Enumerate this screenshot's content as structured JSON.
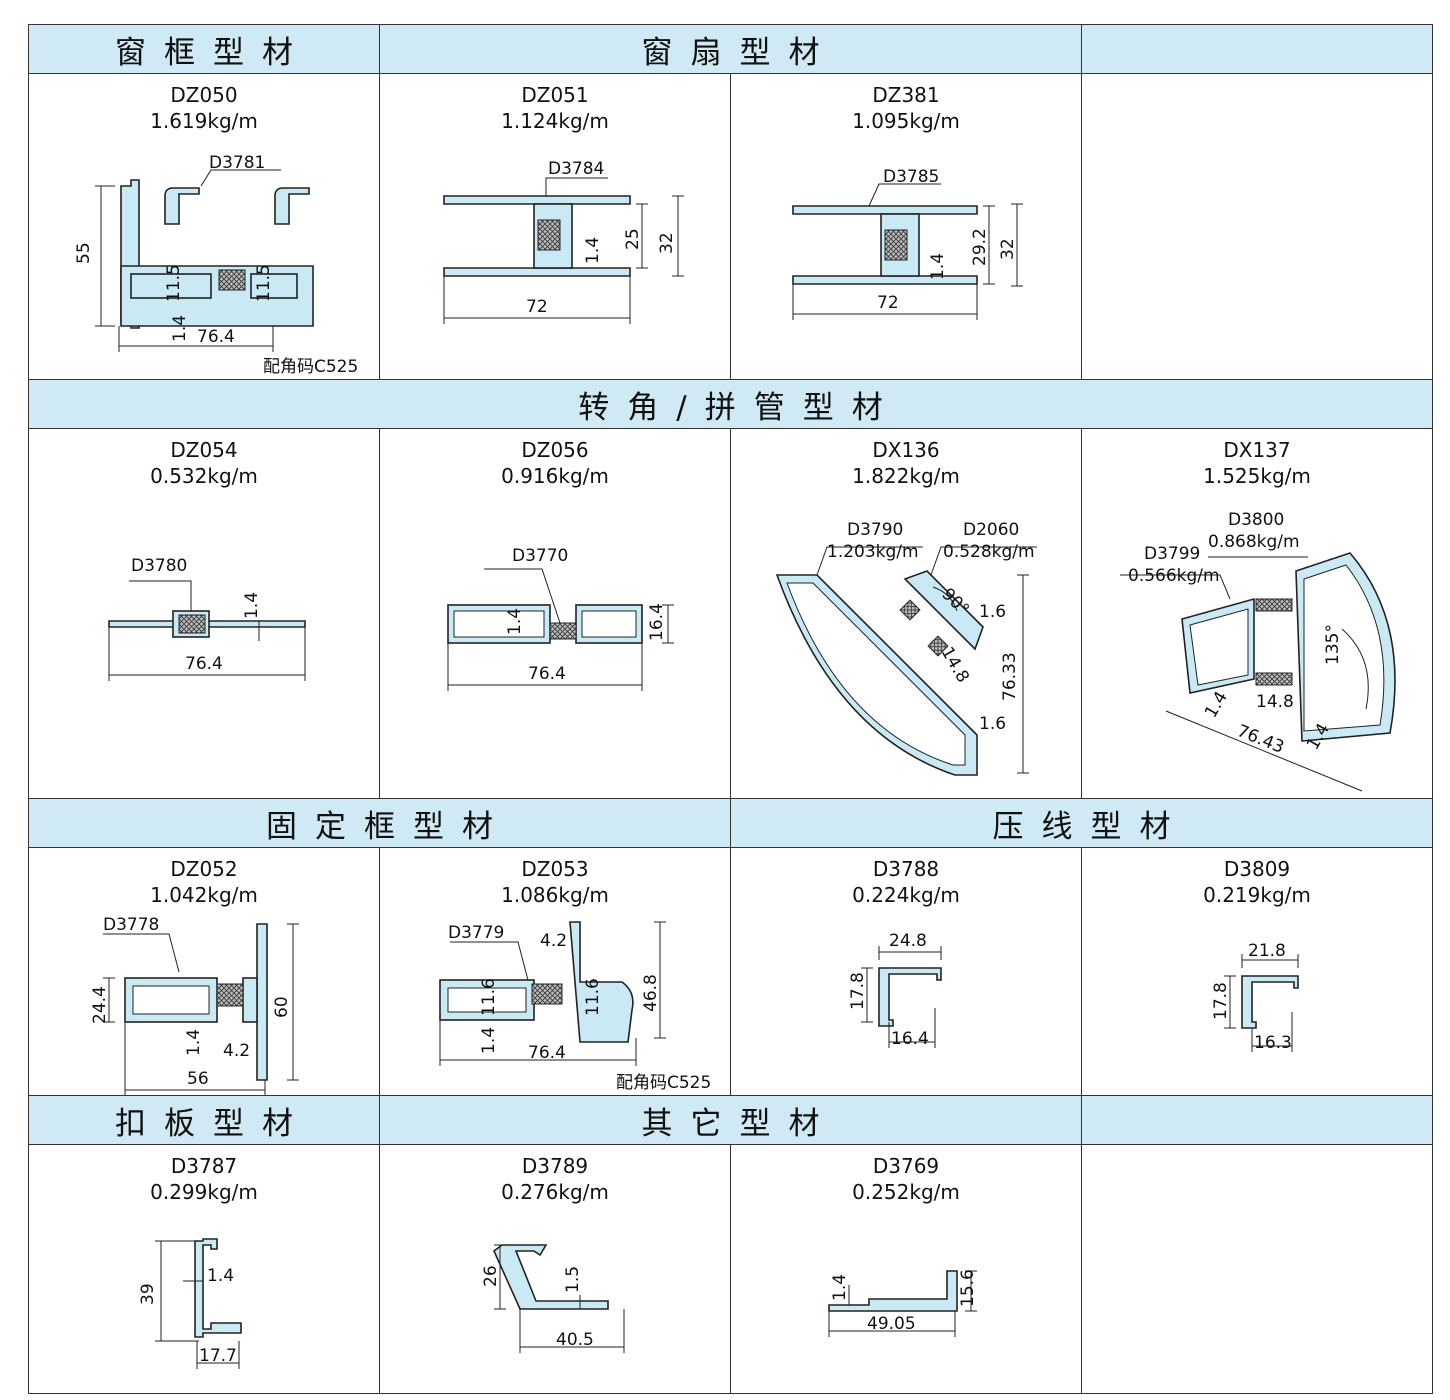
{
  "headers": {
    "row1_a": "窗框型材",
    "row1_b": "窗扇型材",
    "row2": "转角/拼管型材",
    "row3_a": "固定框型材",
    "row3_b": "压线型材",
    "row4_a": "扣板型材",
    "row4_b": "其它型材"
  },
  "profiles": {
    "dz050": {
      "code": "DZ050",
      "weight": "1.619kg/m",
      "part": "D3781",
      "dims": [
        "55",
        "11.5",
        "11.5",
        "1.4",
        "76.4"
      ],
      "note": "配角码C525"
    },
    "dz051": {
      "code": "DZ051",
      "weight": "1.124kg/m",
      "part": "D3784",
      "dims": [
        "25",
        "32",
        "1.4",
        "72"
      ]
    },
    "dz381": {
      "code": "DZ381",
      "weight": "1.095kg/m",
      "part": "D3785",
      "dims": [
        "29.2",
        "32",
        "1.4",
        "72"
      ]
    },
    "dz054": {
      "code": "DZ054",
      "weight": "0.532kg/m",
      "part": "D3780",
      "dims": [
        "1.4",
        "76.4"
      ]
    },
    "dz056": {
      "code": "DZ056",
      "weight": "0.916kg/m",
      "part": "D3770",
      "dims": [
        "1.4",
        "16.4",
        "76.4"
      ]
    },
    "dx136": {
      "code": "DX136",
      "weight": "1.822kg/m",
      "part1": "D3790",
      "part1_weight": "1.203kg/m",
      "part2": "D2060",
      "part2_weight": "0.528kg/m",
      "dims": [
        "90°",
        "1.6",
        "14.8",
        "76.33",
        "1.6"
      ]
    },
    "dx137": {
      "code": "DX137",
      "weight": "1.525kg/m",
      "part1": "D3800",
      "part1_weight": "0.868kg/m",
      "part2": "D3799",
      "part2_weight": "0.566kg/m",
      "dims": [
        "135°",
        "1.4",
        "14.8",
        "76.43",
        "1.4"
      ]
    },
    "dz052": {
      "code": "DZ052",
      "weight": "1.042kg/m",
      "part": "D3778",
      "dims": [
        "24.4",
        "60",
        "1.4",
        "4.2",
        "56"
      ]
    },
    "dz053": {
      "code": "DZ053",
      "weight": "1.086kg/m",
      "part": "D3779",
      "dims": [
        "4.2",
        "46.8",
        "11.6",
        "11.6",
        "1.4",
        "76.4"
      ],
      "note": "配角码C525"
    },
    "d3788": {
      "code": "D3788",
      "weight": "0.224kg/m",
      "dims": [
        "24.8",
        "17.8",
        "16.4"
      ]
    },
    "d3809": {
      "code": "D3809",
      "weight": "0.219kg/m",
      "dims": [
        "21.8",
        "17.8",
        "16.3"
      ]
    },
    "d3787": {
      "code": "D3787",
      "weight": "0.299kg/m",
      "dims": [
        "39",
        "1.4",
        "17.7"
      ]
    },
    "d3789": {
      "code": "D3789",
      "weight": "0.276kg/m",
      "dims": [
        "26",
        "1.5",
        "40.5"
      ]
    },
    "d3769": {
      "code": "D3769",
      "weight": "0.252kg/m",
      "dims": [
        "1.4",
        "15.6",
        "49.05"
      ]
    }
  }
}
